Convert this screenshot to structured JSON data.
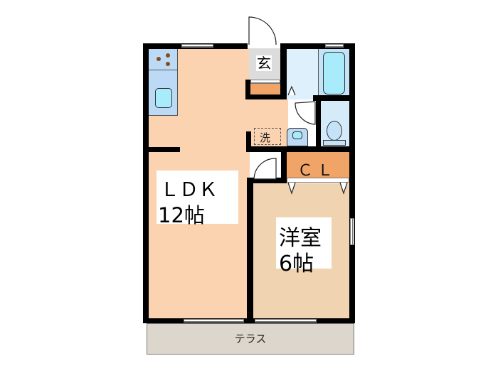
{
  "floor_plan": {
    "rooms": {
      "ldk": {
        "name": "ＬＤＫ",
        "size": "12帖",
        "color": "#fbd3b1"
      },
      "western_room": {
        "name": "洋室",
        "size": "6帖",
        "color": "#f0d3b0"
      },
      "entrance": {
        "label": "玄",
        "color": "#dcdcdc"
      },
      "closet": {
        "label": "ＣＬ",
        "color": "#f0a468"
      },
      "washroom": {
        "color": "#ddf0fb"
      },
      "bath": {
        "color": "#c4e2f8",
        "tub_color": "#a8ecfb"
      },
      "toilet": {
        "color": "#d6ebf9"
      },
      "kitchen": {
        "color": "#bcdaf6"
      },
      "washer": {
        "label": "洗"
      },
      "terrace": {
        "label": "テラス",
        "color": "#ddd6cc"
      }
    },
    "colors": {
      "wall": "#000000",
      "shoe_box": "#f0a468"
    }
  }
}
